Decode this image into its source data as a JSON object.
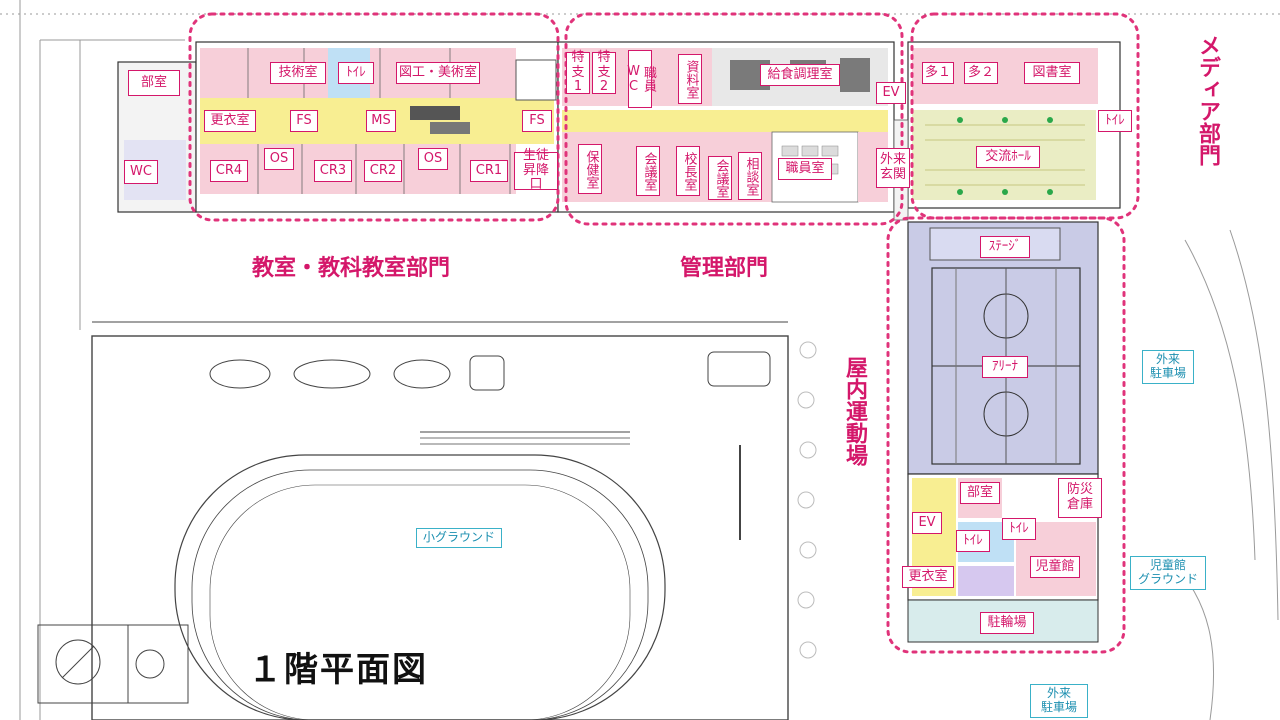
{
  "title": "１階平面図",
  "sections": {
    "classroom": "教室・教科教室部門",
    "admin": "管理部門",
    "media": "メディア部門",
    "gym": "屋内運動場"
  },
  "rooms": {
    "bushitsu_w": "部室",
    "wc_w": "WC",
    "gijutsu": "技術室",
    "toilet1": "ﾄｲﾚ",
    "zukou": "図工・美術室",
    "koui": "更衣室",
    "fs1": "FS",
    "ms": "MS",
    "fs2": "FS",
    "cr4": "CR4",
    "os1": "OS",
    "cr3": "CR3",
    "cr2": "CR2",
    "os2": "OS",
    "cr1": "CR1",
    "seito": "生徒\n昇降口",
    "tokushi1": "特支\n1",
    "tokushi2": "特支\n2",
    "shokuin_wc": "職員WC",
    "shiryou": "資料室",
    "kyushoku": "給食調理室",
    "ev1": "EV",
    "hoken": "保健室",
    "kaigi1": "会議室",
    "kouchou": "校長室",
    "kaigi2": "会議室",
    "soudan": "相談室",
    "shokuin": "職員室",
    "gairai_genkan": "外来\n玄関",
    "ta1": "多１",
    "ta2": "多２",
    "tosho": "図書室",
    "toilet_media": "ﾄｲﾚ",
    "kouryu": "交流ﾎｰﾙ",
    "stage": "ｽﾃｰｼﾞ",
    "arena": "ｱﾘｰﾅ",
    "bushitsu_g": "部室",
    "bousai": "防災\n倉庫",
    "ev2": "EV",
    "toilet_g1": "ﾄｲﾚ",
    "toilet_g2": "ﾄｲﾚ",
    "jidoukan": "児童館",
    "koui_g": "更衣室",
    "chuurin": "駐輪場"
  },
  "outdoor": {
    "small_ground": "小グラウンド",
    "parking1": "外来\n駐車場",
    "kids_ground": "児童館\nグラウンド",
    "parking2": "外来\n駐車場"
  },
  "colors": {
    "accent": "#d4176a",
    "cyan": "#3ab1c8"
  }
}
